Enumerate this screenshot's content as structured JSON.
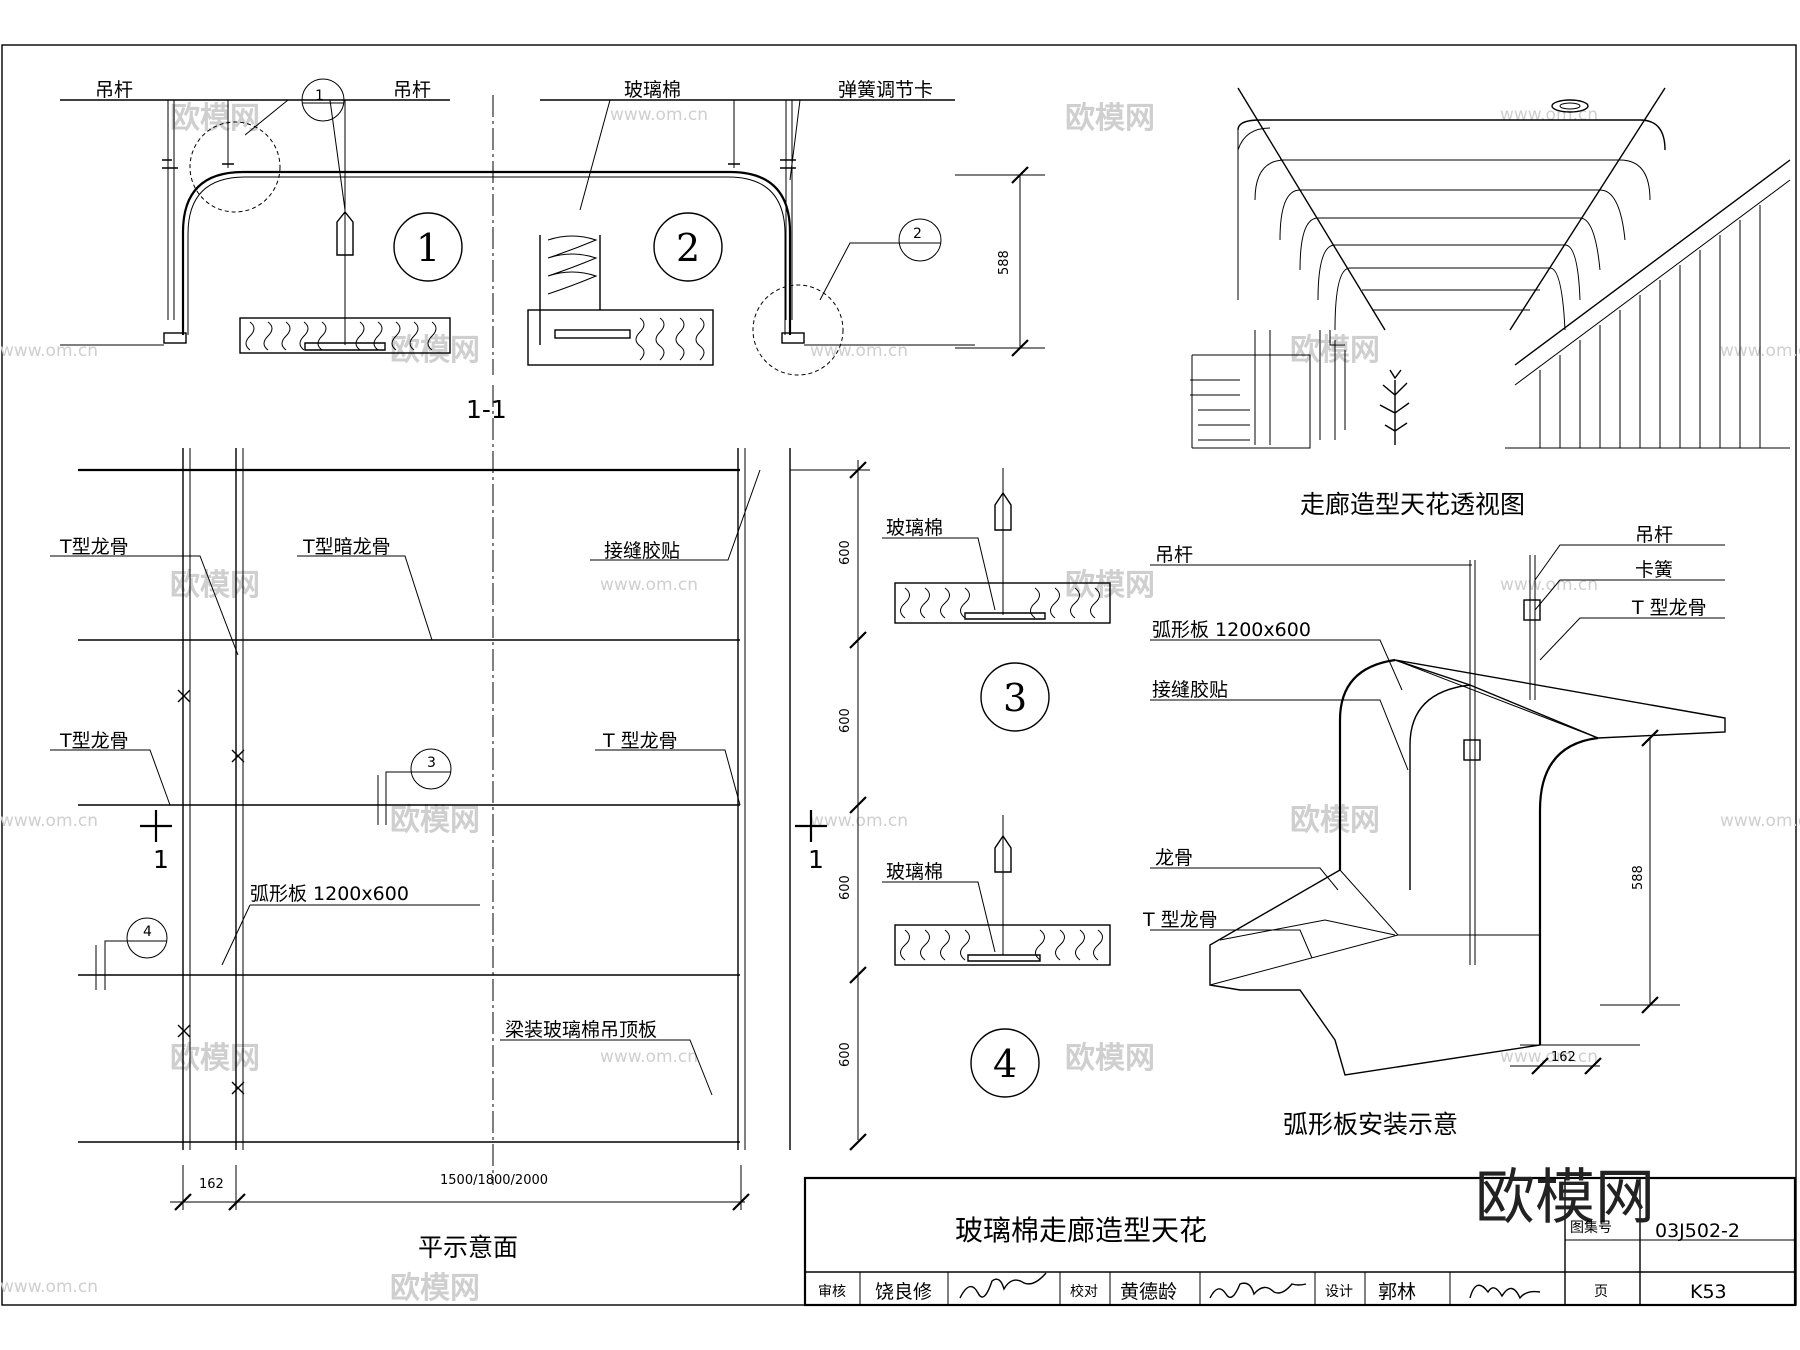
{
  "section": {
    "title": "1-1",
    "labels": {
      "hanger_left": "吊杆",
      "hanger_mid": "吊杆",
      "glass_wool": "玻璃棉",
      "spring_clip": "弹簧调节卡"
    },
    "detail_refs": [
      "1",
      "2"
    ],
    "height_dim": "588"
  },
  "plan": {
    "caption": "平示意面",
    "labels": {
      "t_keel_1": "T型龙骨",
      "t_hidden_keel": "T型暗龙骨",
      "joint_tape": "接缝胶贴",
      "t_keel_2": "T型龙骨",
      "t_keel_3": "T 型龙骨",
      "arc_panel": "弧形板 1200x600",
      "glass_wool_panel": "梁装玻璃棉吊顶板"
    },
    "refs": [
      "3",
      "4"
    ],
    "section_mark": "1",
    "dims_right": [
      "600",
      "600",
      "600",
      "600"
    ],
    "dim_left": "162",
    "dim_bottom": "1500/1800/2000"
  },
  "details": {
    "detail3_label": "玻璃棉",
    "detail3_ref": "3",
    "detail4_label": "玻璃棉",
    "detail4_ref": "4"
  },
  "perspective": {
    "caption": "走廊造型天花透视图"
  },
  "install": {
    "caption": "弧形板安装示意",
    "labels": {
      "hanger_a": "吊杆",
      "hanger_b": "吊杆",
      "spring": "卡簧",
      "arc_panel": "弧形板 1200x600",
      "t_keel": "T 型龙骨",
      "joint_tape": "接缝胶贴",
      "keel": "龙骨",
      "t_keel_2": "T 型龙骨"
    },
    "dim_height": "588",
    "dim_width": "162"
  },
  "title_block": {
    "title": "玻璃棉走廊造型天花",
    "atlas_label": "图集号",
    "atlas_no": "03J502-2",
    "review_label": "审核",
    "reviewer": "饶良修",
    "check_label": "校对",
    "checker": "黄德龄",
    "design_label": "设计",
    "designer": "郭林",
    "page_label": "页",
    "page_no": "K53"
  },
  "watermarks": {
    "brand": "欧模网",
    "url": "www.om.cn"
  }
}
